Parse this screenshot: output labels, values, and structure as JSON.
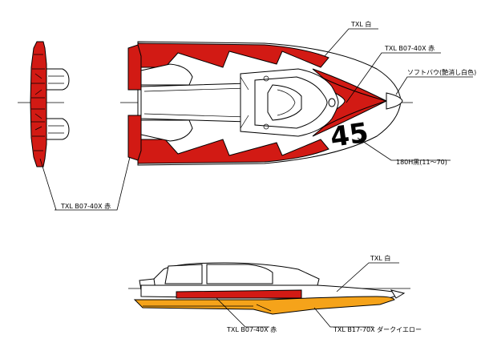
{
  "colors": {
    "red": "#d21a14",
    "white": "#ffffff",
    "orange": "#f5a31a",
    "black": "#000000",
    "background": "#ffffff"
  },
  "boat_number": "45",
  "labels": {
    "txl_white_top": "TXL 白",
    "txl_red_b07_top": "TXL B07-40X 赤",
    "soft_bow": "ソフトバウ(艶消し白色)",
    "number_black": "180H黒(11〜70)",
    "txl_red_left": "TXL B07-40X 赤",
    "txl_white_side": "TXL 白",
    "txl_red_side": "TXL B07-40X 赤",
    "txl_yellow_side": "TXL B17-70X ダークイエロー"
  }
}
